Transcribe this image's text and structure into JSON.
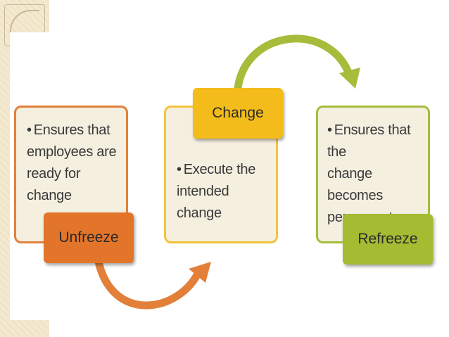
{
  "stages": [
    {
      "id": "unfreeze",
      "label": "Unfreeze",
      "description": "Ensures that employees are ready for change",
      "lines": [
        "Ensures that",
        "employees are",
        "ready for",
        "change"
      ],
      "color": "#e2752a",
      "border_color": "#e2803a"
    },
    {
      "id": "change",
      "label": "Change",
      "description": "Execute the intended change",
      "lines": [
        "Execute the",
        "intended",
        "change"
      ],
      "color": "#f3bc1a",
      "border_color": "#f1c43c"
    },
    {
      "id": "refreeze",
      "label": "Refreeze",
      "description": "Ensures that the change becomes permanent",
      "lines": [
        "Ensures that the",
        "change",
        "becomes",
        "permanent"
      ],
      "color": "#a4bb32",
      "border_color": "#a6bd3b"
    }
  ],
  "arrows": [
    {
      "name": "arrow-unfreeze-to-change",
      "color": "#e2803a"
    },
    {
      "name": "arrow-change-to-refreeze",
      "color": "#a6bd3b"
    }
  ],
  "bullet": "•"
}
